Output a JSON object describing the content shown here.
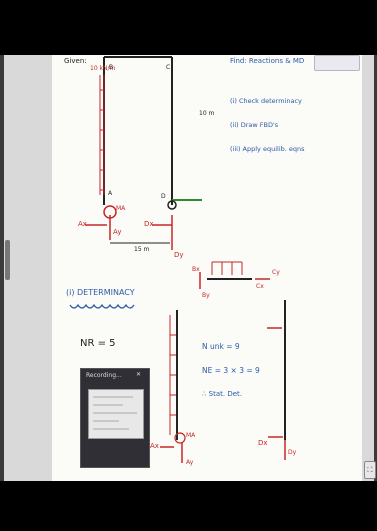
{
  "board": {
    "given": "Given:",
    "find": "Find: Reactions & MD",
    "steps": [
      "(i) Check determinacy",
      "(ii) Draw FBD's",
      "(iii) Apply equilib. eqns"
    ],
    "dims": {
      "width": "15 m",
      "height": "10 m"
    },
    "load": "10 kN/m",
    "points": {
      "A": "A",
      "B": "B",
      "C": "C",
      "D": "D"
    },
    "reactions": {
      "ax": "Ax",
      "ay": "Ay",
      "ma": "MA",
      "dx": "Dx",
      "dy": "Dy"
    },
    "determinacy_title": "(i) DETERMINACY",
    "nr": "NR = 5",
    "nunk": "N unk = 9",
    "ne": "NE = 3 × 3 = 9",
    "conclusion": "∴ Stat. Det.",
    "fbd_labels": {
      "bx": "Bx",
      "by": "By",
      "cx": "Cx",
      "cy": "Cy"
    }
  },
  "recording": {
    "label": "Recording..."
  },
  "colors": {
    "ink_blue": "#2b5aa8",
    "ink_red": "#c62828",
    "ink_dark": "#222222"
  }
}
